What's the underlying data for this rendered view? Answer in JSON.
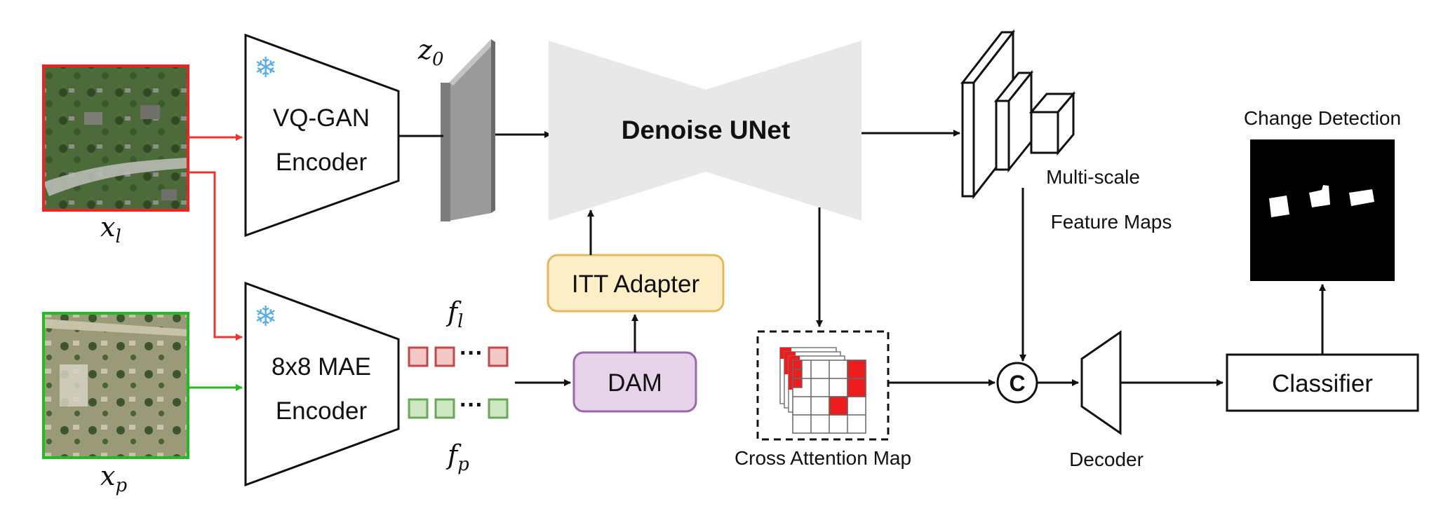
{
  "inputs": {
    "image_l_label": "x",
    "image_l_sub": "l",
    "image_p_label": "x",
    "image_p_sub": "p"
  },
  "encoders": {
    "vqgan_line1": "VQ-GAN",
    "vqgan_line2": "Encoder",
    "mae_line1": "8x8 MAE",
    "mae_line2": "Encoder"
  },
  "latent": {
    "label": "z",
    "sub": "0"
  },
  "unet": {
    "label": "Denoise UNet"
  },
  "features": {
    "fl_label": "f",
    "fl_sub": "l",
    "fp_label": "f",
    "fp_sub": "p",
    "dots": "···"
  },
  "modules": {
    "itt_adapter": "ITT Adapter",
    "dam": "DAM",
    "concat": "C",
    "decoder": "Decoder",
    "classifier": "Classifier"
  },
  "outputs": {
    "multiscale_line1": "Multi-scale",
    "multiscale_line2": "Feature Maps",
    "cross_attention": "Cross Attention Map",
    "change_detection": "Change Detection"
  },
  "colors": {
    "red_arrow": "#ee3333",
    "green_arrow": "#22bb22",
    "itt_fill": "#fdf0c8",
    "itt_stroke": "#e3b85a",
    "dam_fill": "#e6d3ea",
    "dam_stroke": "#9a6aa8",
    "fl_fill": "#f4c7c7",
    "fl_stroke": "#c04848",
    "fp_fill": "#cfe6c4",
    "fp_stroke": "#6aa85a",
    "unet_fill": "#e8e8e8",
    "snowflake": "#5aaee6"
  }
}
